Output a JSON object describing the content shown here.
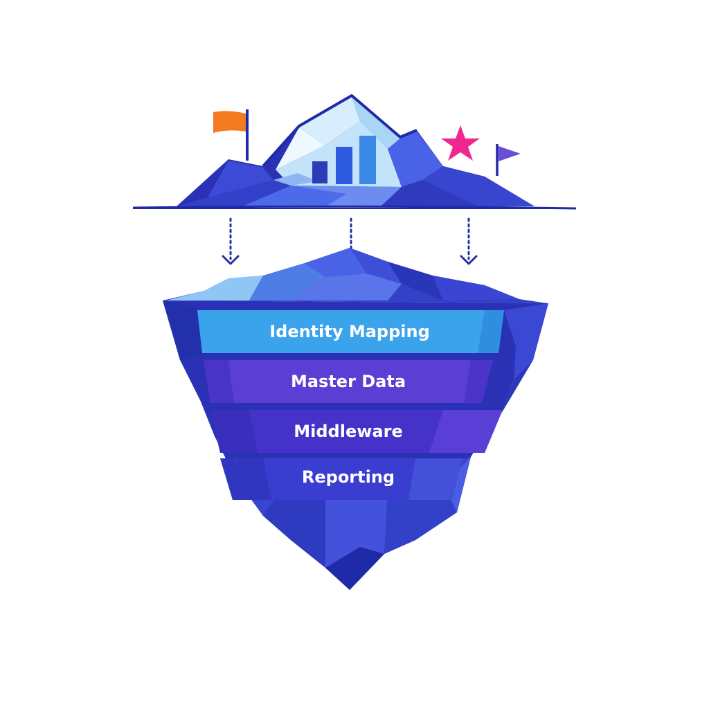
{
  "diagram": {
    "layers": [
      {
        "label": "Identity Mapping",
        "color": "#3aa3ec"
      },
      {
        "label": "Master Data",
        "color": "#5b3fd4"
      },
      {
        "label": "Middleware",
        "color": "#4532c8"
      },
      {
        "label": "Reporting",
        "color": "#3a3ed0"
      }
    ],
    "icons": {
      "flag_left": "flag-icon",
      "flag_right": "pennant-icon",
      "star": "star-icon",
      "chart": "bar-chart-icon"
    },
    "colors": {
      "berg_dark": "#2a31b5",
      "berg_mid": "#3a46d6",
      "berg_light": "#4a63e6",
      "ice_light": "#cde9fb",
      "water_line": "#1f2aa8",
      "flag_orange": "#f47a1f",
      "star_pink": "#f0278e",
      "pennant_purple": "#6a4ed8",
      "arrow_navy": "#2230a0"
    }
  }
}
